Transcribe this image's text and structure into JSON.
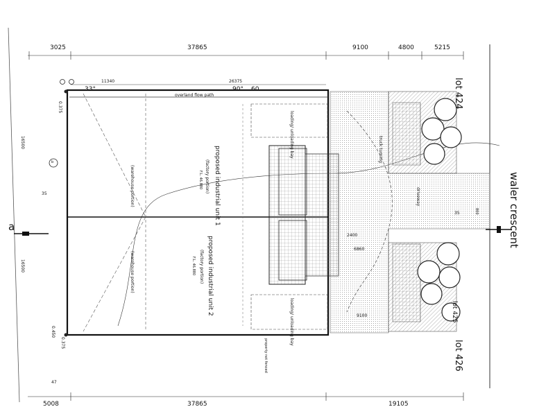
{
  "dimensions": {
    "top_left": "3025",
    "top_mid": "37865",
    "top_r1": "9100",
    "top_r2": "4800",
    "top_r3": "5215",
    "bottom_left": "5008",
    "bottom_mid": "37865",
    "bottom_right": "19105",
    "inner_top_1": "11340",
    "inner_top_2": "26375",
    "angle_top": "33°",
    "bearing_top": "90°",
    "bearing_60": "60",
    "height_upper": "16500",
    "height_lower": "16500",
    "side_35": "35",
    "right_9100": "9100",
    "right_6860": "6860",
    "right_2400": "2400",
    "right_800": "800",
    "right_35": "35",
    "left_036": "0.375",
    "left_0450": "0.450",
    "left_0375b": "0.375",
    "side_47": "47"
  },
  "labels": {
    "overland_flow": "overland flow path",
    "unit1": "proposed industrial unit 1",
    "unit1_sub": "(factory portion)",
    "unit2": "proposed industrial unit 2",
    "unit2_sub": "(factory portion)",
    "warehouse": "(warehouse portion)",
    "loading": "loading/ unloading bay",
    "truck_turning": "truck turning",
    "driveway": "driveway",
    "street": "waler crescent",
    "lot_top": "lot 424",
    "lot_bottom": "lot 426",
    "lot_side": "lot 425",
    "section_marker": "a",
    "circle_marker": "b",
    "property_not_fenced": "property not fenced",
    "ffl1": "F.L. 46.880",
    "ffl2": "F.L. 46.880"
  }
}
